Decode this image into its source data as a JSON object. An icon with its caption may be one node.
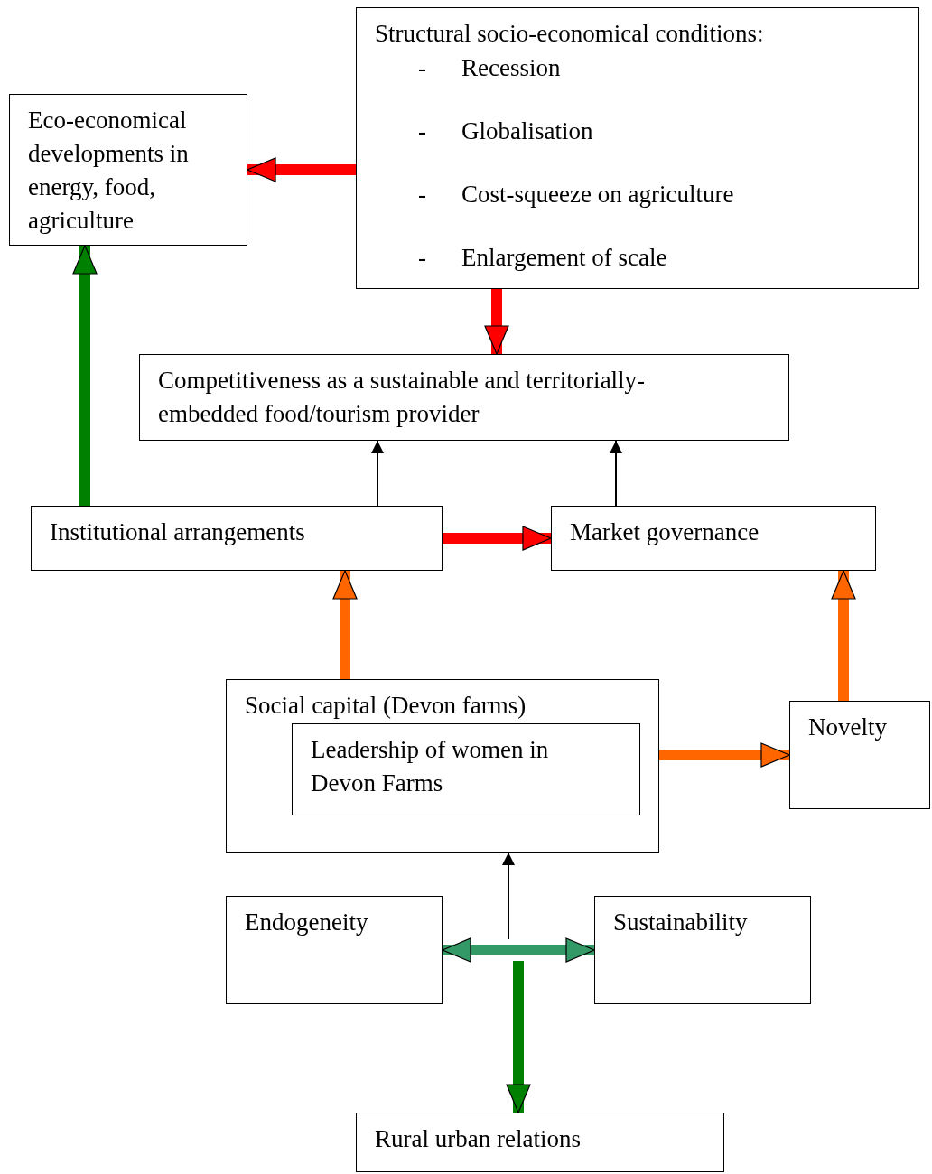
{
  "diagram": {
    "nodes": [
      {
        "text": [
          "Structural socio-economical conditions:",
          "- Recession",
          "- Globalisation",
          "- Cost-squeeze on agriculture",
          "- Enlargement of scale"
        ]
      },
      {
        "text": [
          "Eco-economical developments in energy, food, agriculture"
        ]
      },
      {
        "text": [
          "Competitiveness as a sustainable and territorially-embedded food/tourism provider"
        ]
      },
      {
        "text": [
          "Institutional arrangements"
        ]
      },
      {
        "text": [
          "Market governance"
        ]
      },
      {
        "text": [
          "Social capital (Devon farms)"
        ]
      },
      {
        "text": [
          "Leadership of women in Devon Farms"
        ],
        "in": 5
      },
      {
        "text": [
          "Novelty"
        ]
      },
      {
        "text": [
          "Endogeneity"
        ]
      },
      {
        "text": [
          "Sustainability"
        ]
      },
      {
        "text": [
          "Rural urban relations"
        ]
      }
    ],
    "edges": [
      {
        "from": 0,
        "to": 1,
        "arrow": "to",
        "color": "#ff0000"
      },
      {
        "from": 0,
        "to": 2,
        "arrow": "to",
        "color": "#ff0000"
      },
      {
        "from": 3,
        "to": 1,
        "arrow": "to",
        "color": "#008000"
      },
      {
        "from": 3,
        "to": 2,
        "arrow": "to",
        "color": "#000000"
      },
      {
        "from": 4,
        "to": 2,
        "arrow": "to",
        "color": "#000000"
      },
      {
        "from": 3,
        "to": 4,
        "arrow": "to",
        "color": "#ff0000"
      },
      {
        "from": 5,
        "to": 3,
        "arrow": "to",
        "color": "#ff6600"
      },
      {
        "from": 7,
        "to": 4,
        "arrow": "to",
        "color": "#ff6600"
      },
      {
        "from": 5,
        "to": 7,
        "arrow": "to",
        "color": "#ff6600"
      },
      {
        "from": 8,
        "to": 9,
        "arrow": "both",
        "color": "#339966"
      },
      {
        "from": null,
        "to": 5,
        "arrow": "to",
        "color": "#000000"
      },
      {
        "from": null,
        "to": 10,
        "arrow": "to",
        "color": "#008000"
      }
    ]
  }
}
